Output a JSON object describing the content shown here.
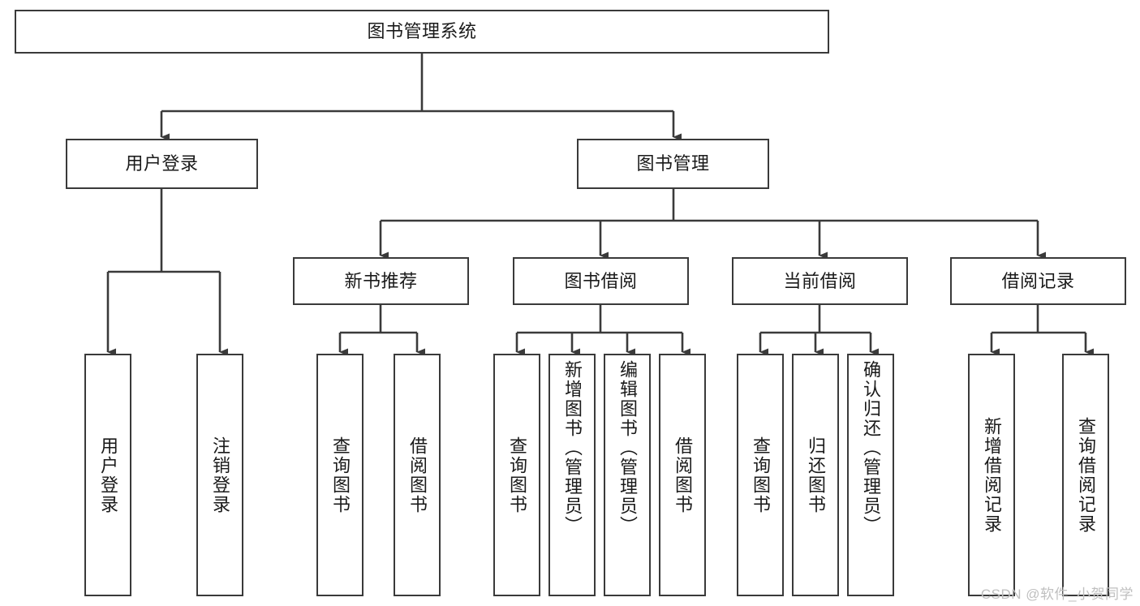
{
  "diagram": {
    "title": "图书管理系统",
    "type": "tree-hierarchy",
    "orientation": "top-down",
    "colors": {
      "box_border": "#3a3a3a",
      "box_fill": "#ffffff",
      "connector": "#3a3a3a",
      "text": "#1a1a1a",
      "watermark": "#bfbfbf",
      "background": "#ffffff"
    },
    "root": {
      "label": "图书管理系统"
    },
    "level2": [
      {
        "label": "用户登录"
      },
      {
        "label": "图书管理"
      }
    ],
    "level3": [
      {
        "label": "新书推荐"
      },
      {
        "label": "图书借阅"
      },
      {
        "label": "当前借阅"
      },
      {
        "label": "借阅记录"
      }
    ],
    "leaves": {
      "user_login": [
        {
          "label": "用户登录"
        },
        {
          "label": "注销登录"
        }
      ],
      "new_book_recommend": [
        {
          "label": "查询图书"
        },
        {
          "label": "借阅图书"
        }
      ],
      "book_borrow": [
        {
          "label": "查询图书"
        },
        {
          "label": "新增图书（管理员）"
        },
        {
          "label": "编辑图书（管理员）"
        },
        {
          "label": "借阅图书"
        }
      ],
      "current_borrow": [
        {
          "label": "查询图书"
        },
        {
          "label": "归还图书"
        },
        {
          "label": "确认归还（管理员）"
        }
      ],
      "borrow_records": [
        {
          "label": "新增借阅记录"
        },
        {
          "label": "查询借阅记录"
        }
      ]
    }
  },
  "watermark": {
    "text": "CSDN @软件_小贺同学"
  }
}
